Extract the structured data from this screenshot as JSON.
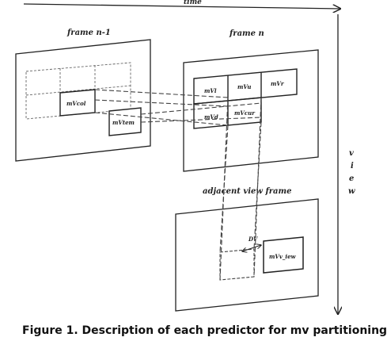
{
  "axes": {
    "time": "time",
    "view": [
      "v",
      "i",
      "e",
      "w"
    ]
  },
  "frames": {
    "prev": "frame n-1",
    "curr": "frame n",
    "adjacent": "adjacent view frame"
  },
  "labels": {
    "mv_col": "mVcol",
    "mv_tem": "mVtem",
    "mv_l": "mVl",
    "mv_u": "mVu",
    "mv_r": "mVr",
    "mv_d": "mVd",
    "mv_cur": "mVcur",
    "mv_view": "mVv_iew",
    "dv": "DV"
  },
  "caption": "Figure 1. Description of each predictor for mv partitioning"
}
